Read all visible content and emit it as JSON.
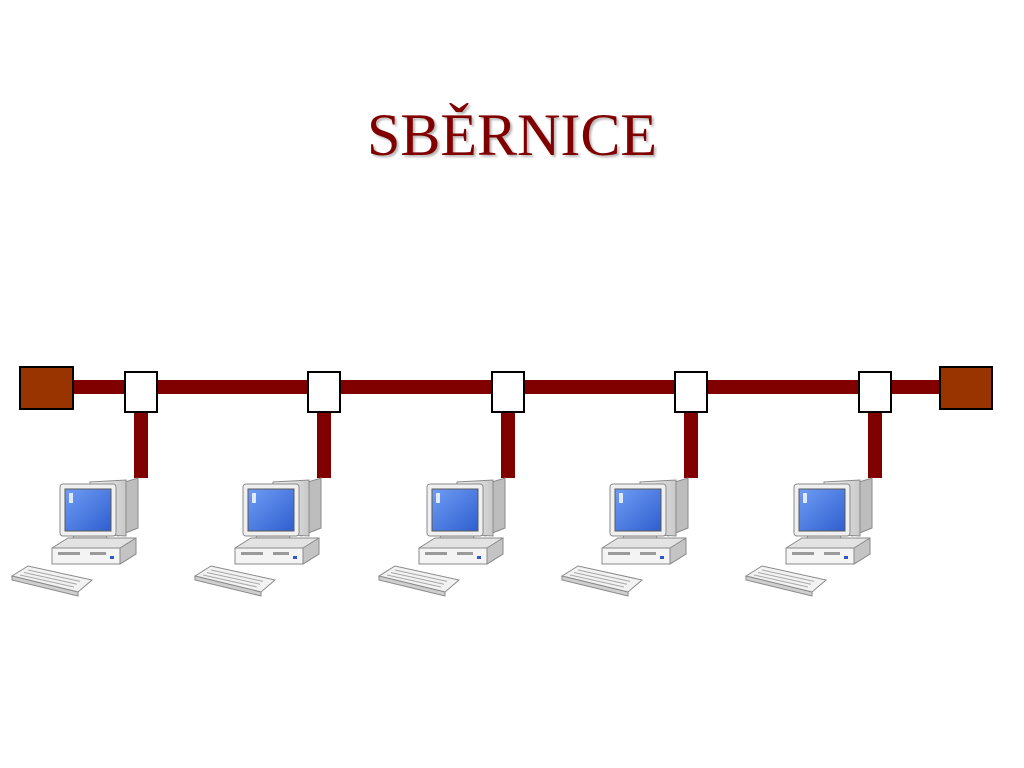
{
  "slide": {
    "title": "SBĚRNICE"
  },
  "diagram": {
    "type": "bus-topology",
    "colors": {
      "bus": "#800000",
      "terminator": "#993300",
      "connector_fill": "#ffffff",
      "outline": "#000000",
      "screen": "#4a7fe8"
    },
    "terminators": [
      {
        "name": "terminator-left"
      },
      {
        "name": "terminator-right"
      }
    ],
    "nodes": [
      {
        "icon": "computer-icon",
        "connector": "t-connector"
      },
      {
        "icon": "computer-icon",
        "connector": "t-connector"
      },
      {
        "icon": "computer-icon",
        "connector": "t-connector"
      },
      {
        "icon": "computer-icon",
        "connector": "t-connector"
      },
      {
        "icon": "computer-icon",
        "connector": "t-connector"
      }
    ]
  }
}
